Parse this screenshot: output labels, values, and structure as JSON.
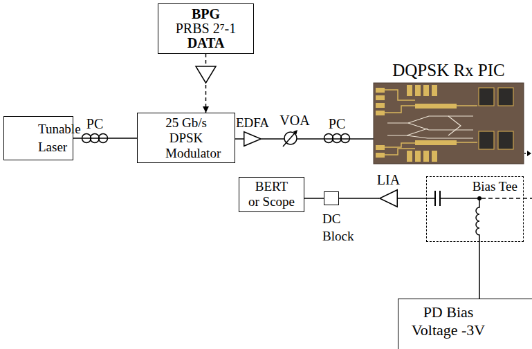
{
  "diagram": {
    "nodes": [
      {
        "text": [
          "BPG",
          "PRBS 2⁷-1",
          "DATA"
        ]
      },
      {
        "text": [
          "Tunable Laser"
        ]
      },
      {
        "text": [
          "25 Gb/s DPSK Modulator"
        ]
      },
      {
        "text": [
          "EDFA"
        ]
      },
      {
        "text": [
          "DQPSK Rx PIC"
        ]
      },
      {
        "text": [
          "BERT or Scope"
        ]
      },
      {
        "text": [
          "DC Block"
        ]
      },
      {
        "text": [
          "LIA"
        ]
      },
      {
        "text": [
          "Bias Tee"
        ]
      },
      {
        "text": [
          "PD Bias Voltage -3V"
        ]
      }
    ],
    "edges": [
      {
        "from": 0,
        "to": 2,
        "arrow": "to"
      },
      {
        "from": 1,
        "to": 2,
        "arrow": "none"
      },
      {
        "from": 2,
        "to": 3,
        "arrow": "none"
      },
      {
        "from": 3,
        "to": 4,
        "arrow": "none"
      },
      {
        "from": 8,
        "to": 7,
        "arrow": "none"
      },
      {
        "from": 7,
        "to": 6,
        "arrow": "none"
      },
      {
        "from": 6,
        "to": 5,
        "arrow": "none"
      },
      {
        "from": 9,
        "to": 8,
        "arrow": "none"
      }
    ],
    "labels": [
      "PC",
      "VOA",
      "PC"
    ]
  }
}
